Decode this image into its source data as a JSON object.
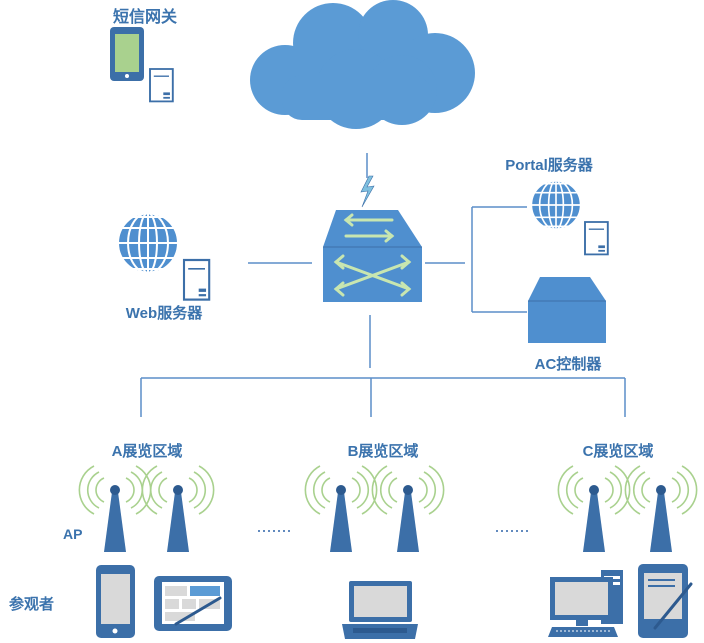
{
  "labels": {
    "sms_gateway": "短信网关",
    "web_server": "Web服务器",
    "portal_server": "Portal服务器",
    "ac_controller": "AC控制器",
    "zone_a": "A展览区域",
    "zone_b": "B展览区域",
    "zone_c": "C展览区域",
    "ap": "AP",
    "visitors": "参观者"
  },
  "colors": {
    "primary": "#5b9bd5",
    "dark": "#3c6fa8",
    "text": "#3b73ad",
    "arrow": "#c8e6b0",
    "phone_screen": "#a9d18e"
  },
  "icons": {
    "cloud": "cloud-icon",
    "switch": "core-switch-icon",
    "lightning": "lightning-icon",
    "globe": "globe-icon",
    "server": "server-tower-icon",
    "controller": "ac-controller-icon",
    "ap": "access-point-icon",
    "phone": "phone-icon",
    "tablet": "tablet-icon",
    "laptop": "laptop-icon",
    "desktop": "desktop-icon",
    "pda": "pda-icon"
  }
}
